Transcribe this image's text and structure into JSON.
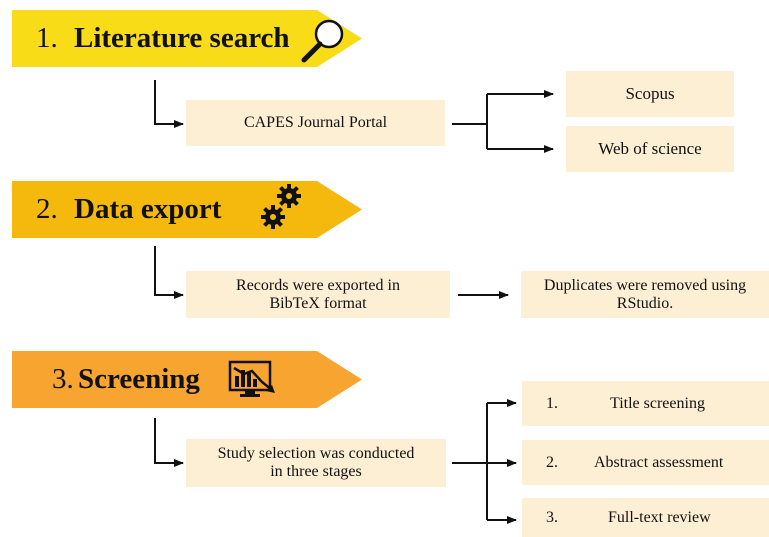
{
  "colors": {
    "banner1": "#f7dc17",
    "banner2": "#f5b80c",
    "banner3": "#f7a431",
    "box": "#fcefd4",
    "line": "#111111"
  },
  "sections": [
    {
      "number": "1.",
      "title": "Literature search",
      "icon": "magnifier-icon",
      "source_box": "CAPES Journal Portal",
      "targets": [
        "Scopus",
        "Web of science"
      ]
    },
    {
      "number": "2.",
      "title": "Data export",
      "icon": "gears-icon",
      "source_box": [
        "Records were exported in",
        "BibTeX format"
      ],
      "targets": [
        [
          "Duplicates were removed using",
          "RStudio."
        ]
      ]
    },
    {
      "number": "3.",
      "title": "Screening",
      "icon": "monitor-chart-icon",
      "source_box": [
        "Study selection was conducted",
        "in three stages"
      ],
      "stages": [
        {
          "num": "1.",
          "label": "Title screening"
        },
        {
          "num": "2.",
          "label": "Abstract assessment"
        },
        {
          "num": "3.",
          "label": "Full-text review"
        }
      ]
    }
  ]
}
